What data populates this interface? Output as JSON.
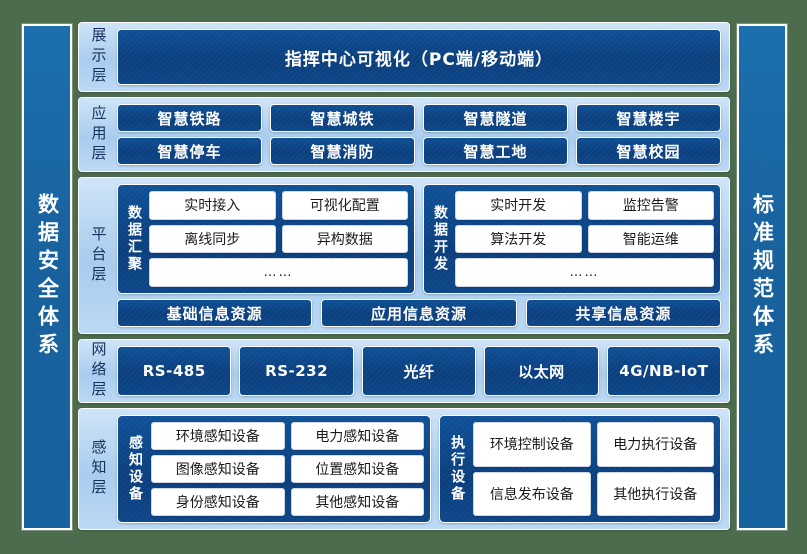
{
  "theme": {
    "background": "#4d6b4d",
    "pillar_blue": "#1a68a8",
    "navy_box": "#0b3f7e",
    "layer_panel": "#a9ccef",
    "white_box": "#ffffff",
    "label_text": "#16325c"
  },
  "pillars": {
    "left": {
      "text": "数据安全体系"
    },
    "right": {
      "text": "标准规范体系"
    }
  },
  "layers": {
    "display": {
      "label": "展示层",
      "box": "指挥中心可视化（PC端/移动端）"
    },
    "application": {
      "label": "应用层",
      "rows": [
        [
          "智慧铁路",
          "智慧城铁",
          "智慧隧道",
          "智慧楼宇"
        ],
        [
          "智慧停车",
          "智慧消防",
          "智慧工地",
          "智慧校园"
        ]
      ]
    },
    "platform": {
      "label": "平台层",
      "groups": [
        {
          "label": "数据汇聚",
          "rows": [
            [
              "实时接入",
              "可视化配置"
            ],
            [
              "离线同步",
              "异构数据"
            ]
          ],
          "more": "……"
        },
        {
          "label": "数据开发",
          "rows": [
            [
              "实时开发",
              "监控告警"
            ],
            [
              "算法开发",
              "智能运维"
            ]
          ],
          "more": "……"
        }
      ],
      "resources": [
        "基础信息资源",
        "应用信息资源",
        "共享信息资源"
      ]
    },
    "network": {
      "label": "网络层",
      "items": [
        "RS-485",
        "RS-232",
        "光纤",
        "以太网",
        "4G/NB-IoT"
      ]
    },
    "sensing": {
      "label": "感知层",
      "groups": [
        {
          "label": "感知设备",
          "rows": [
            [
              "环境感知设备",
              "电力感知设备"
            ],
            [
              "图像感知设备",
              "位置感知设备"
            ],
            [
              "身份感知设备",
              "其他感知设备"
            ]
          ]
        },
        {
          "label": "执行设备",
          "rows": [
            [
              "环境控制设备",
              "电力执行设备"
            ],
            [
              "信息发布设备",
              "其他执行设备"
            ]
          ]
        }
      ]
    }
  }
}
